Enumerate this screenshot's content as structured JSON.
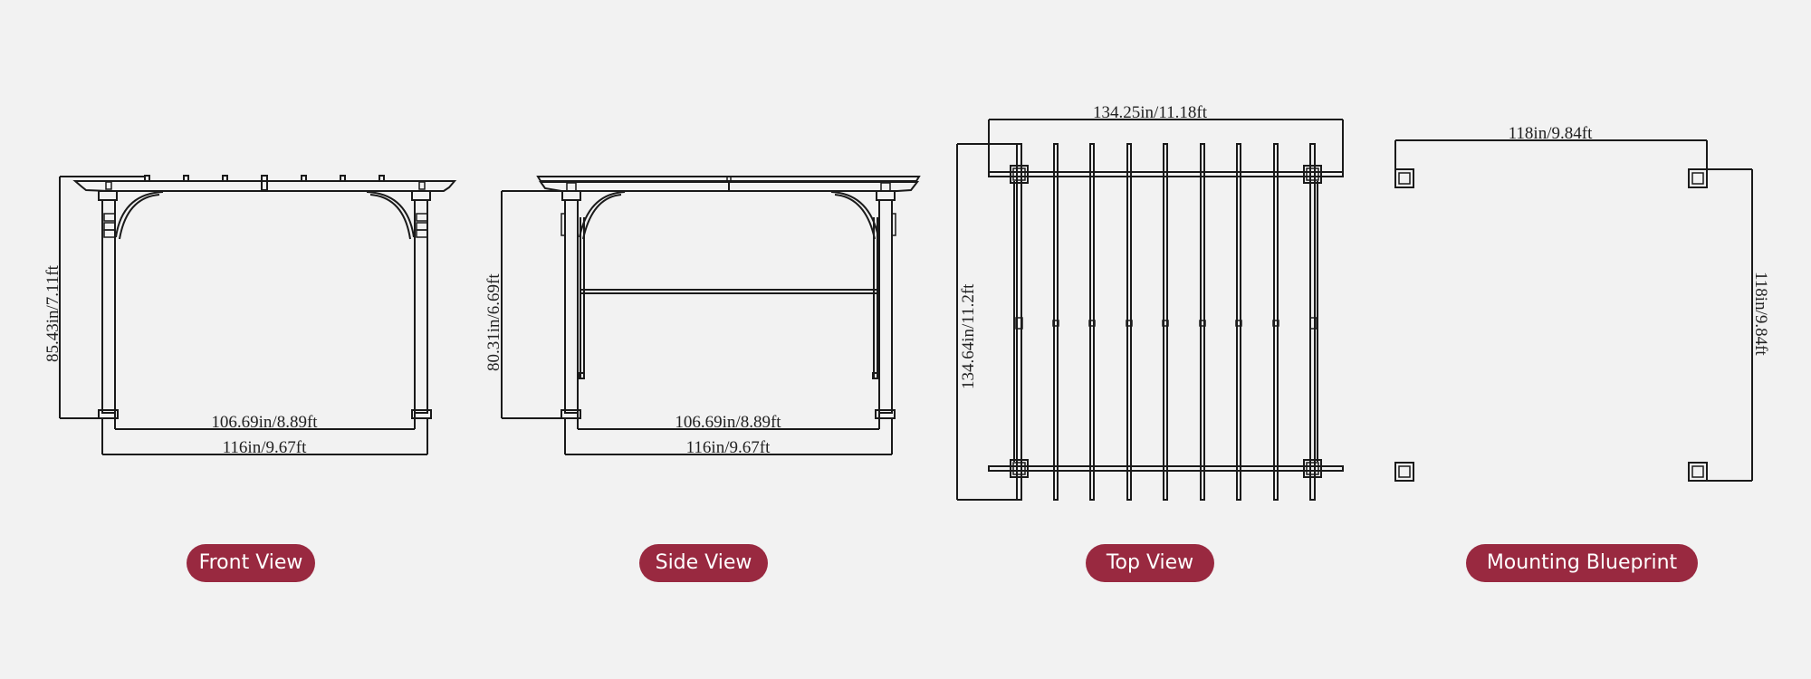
{
  "colors": {
    "background": "#f2f2f2",
    "label_bg": "#992940",
    "label_text": "#ffffff",
    "line": "#1a1a1a"
  },
  "views": [
    {
      "id": "front",
      "label": "Front View",
      "dimensions": {
        "height": "85.43in/7.11ft",
        "inner_width": "106.69in/8.89ft",
        "outer_width": "116in/9.67ft"
      }
    },
    {
      "id": "side",
      "label": "Side View",
      "dimensions": {
        "height": "80.31in/6.69ft",
        "inner_width": "106.69in/8.89ft",
        "outer_width": "116in/9.67ft"
      }
    },
    {
      "id": "top",
      "label": "Top View",
      "dimensions": {
        "width": "134.25in/11.18ft",
        "depth": "134.64in/11.2ft"
      }
    },
    {
      "id": "mounting",
      "label": "Mounting Blueprint",
      "dimensions": {
        "width": "118in/9.84ft",
        "depth": "118in/9.84ft"
      }
    }
  ]
}
